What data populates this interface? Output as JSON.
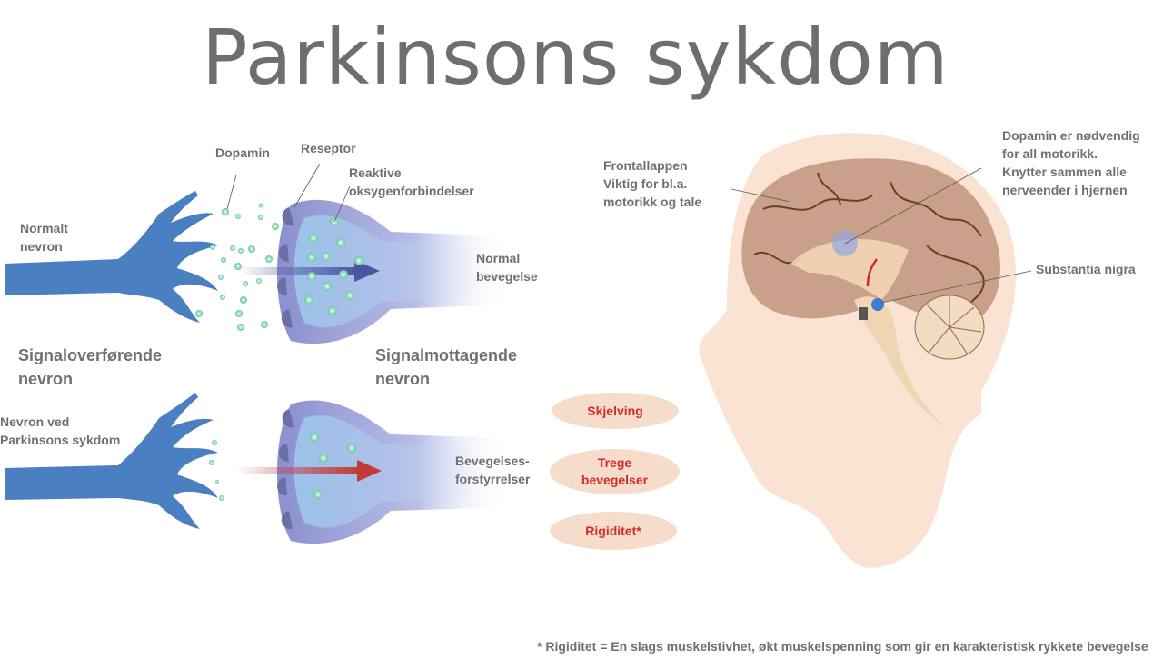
{
  "title": "Parkinsons sykdom",
  "neuron_diagram": {
    "labels": {
      "dopamin": "Dopamin",
      "reseptor": "Reseptor",
      "reaktive": "Reaktive\noksygenforbindelser",
      "normalt_nevron": "Normalt\nnevron",
      "normal_bevegelse": "Normal\nbevegelse",
      "signaloverforende": "Signaloverførende\nnevron",
      "signalmottagende": "Signalmottagende\nnevron",
      "nevron_parkinsons": "Nevron ved\nParkinsons sykdom",
      "bevegelsesforstyrrelser": "Bevegelses-\nforstyrrelser"
    },
    "colors": {
      "axon": "#4a7fc1",
      "receiver_outer": "#8a8fcf",
      "receiver_inner": "#9cc3ea",
      "vesicle": "#7cd3b0",
      "normal_arrow": "#4b56a0",
      "parkinson_arrow": "#c33a3a"
    }
  },
  "symptoms": [
    {
      "label": "Skjelving"
    },
    {
      "label": "Trege\nbevegelser"
    },
    {
      "label": "Rigiditet*"
    }
  ],
  "brain_diagram": {
    "labels": {
      "frontallappen": "Frontallappen\nViktig for bl.a.\nmotorikk og tale",
      "dopamin_info": "Dopamin er nødvendig\nfor all motorikk.\nKnytter sammen alle\nnerveender i hjernen",
      "substantia_nigra": "Substantia nigra"
    },
    "colors": {
      "skin": "#fbe3d3",
      "brain": "#c9a089",
      "sulci": "#6b3f22",
      "cerebellum": "#f3dcc2"
    }
  },
  "footnote": "* Rigiditet = En slags muskelstivhet, økt muskelspenning som gir en karakteristisk rykkete bevegelse"
}
